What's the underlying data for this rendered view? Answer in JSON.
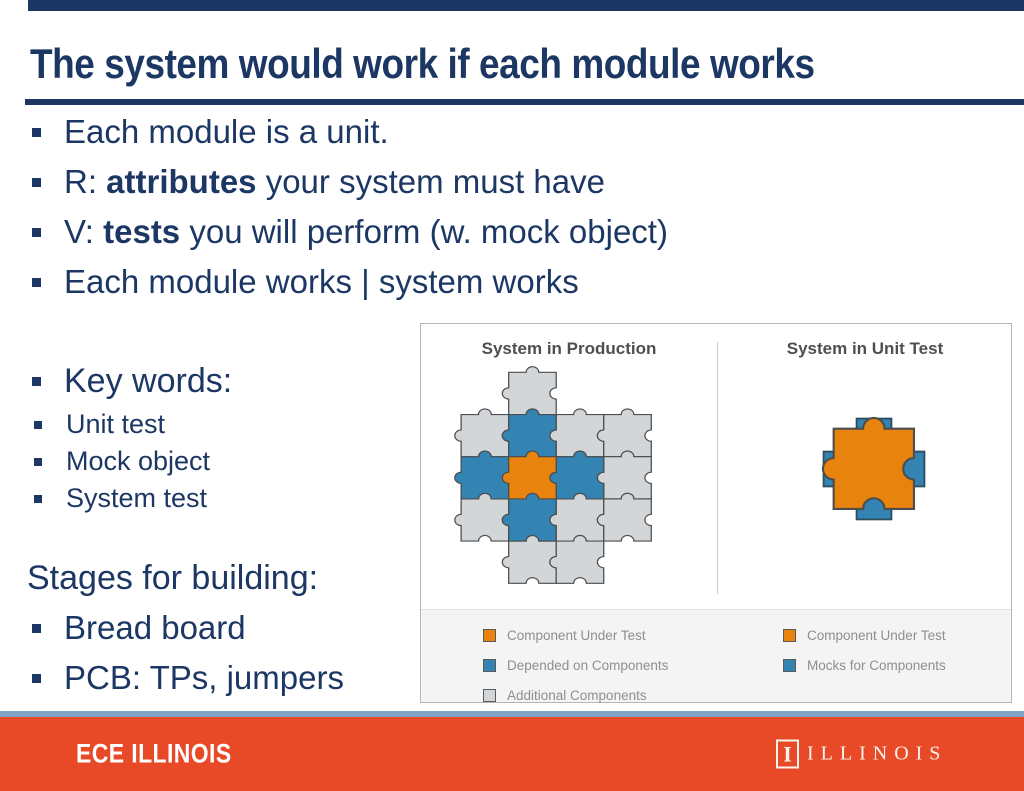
{
  "slide": {
    "title": "The system would work if each module works",
    "accent_navy": "#1C3764"
  },
  "bullets": {
    "main": [
      {
        "pre": "Each module is a unit.",
        "bold": "",
        "post": ""
      },
      {
        "pre": "R: ",
        "bold": "attributes",
        "post": " your system must have"
      },
      {
        "pre": "V: ",
        "bold": "tests",
        "post": " you will perform (w. mock object)"
      },
      {
        "pre": "Each module works | system works",
        "bold": "",
        "post": ""
      }
    ],
    "keywords_heading": "Key words:",
    "keywords": [
      "Unit test",
      "Mock object",
      "System test"
    ],
    "stages_heading": "Stages for building:",
    "stages": [
      "Bread board",
      "PCB: TPs, jumpers"
    ]
  },
  "figure": {
    "left_title": "System in Production",
    "right_title": "System in Unit Test",
    "colors": {
      "gray": "#D3D6D9",
      "blue": "#3383B3",
      "orange": "#E8830D"
    },
    "production_pieces": [
      [
        1,
        0,
        "gray"
      ],
      [
        0,
        1,
        "gray"
      ],
      [
        2,
        1,
        "gray"
      ],
      [
        3,
        1,
        "gray"
      ],
      [
        3,
        2,
        "gray"
      ],
      [
        0,
        3,
        "gray"
      ],
      [
        2,
        3,
        "gray"
      ],
      [
        3,
        3,
        "gray"
      ],
      [
        1,
        4,
        "gray"
      ],
      [
        2,
        4,
        "gray"
      ],
      [
        1,
        1,
        "blue"
      ],
      [
        0,
        2,
        "blue"
      ],
      [
        2,
        2,
        "blue"
      ],
      [
        1,
        3,
        "blue"
      ],
      [
        1,
        2,
        "orange"
      ]
    ],
    "legend_left": [
      {
        "label": "Component Under Test",
        "color": "#E8830D"
      },
      {
        "label": "Depended on Components",
        "color": "#3383B3"
      },
      {
        "label": "Additional Components",
        "color": "#D3D6D9"
      }
    ],
    "legend_right": [
      {
        "label": "Component Under Test",
        "color": "#E8830D"
      },
      {
        "label": "Mocks for Components",
        "color": "#3383B3"
      }
    ]
  },
  "footer": {
    "brand": "ECE ILLINOIS",
    "logo_text": "ILLINOIS",
    "bar_orange": "#E84A27",
    "line_steel_blue": "#7EA6C4"
  }
}
